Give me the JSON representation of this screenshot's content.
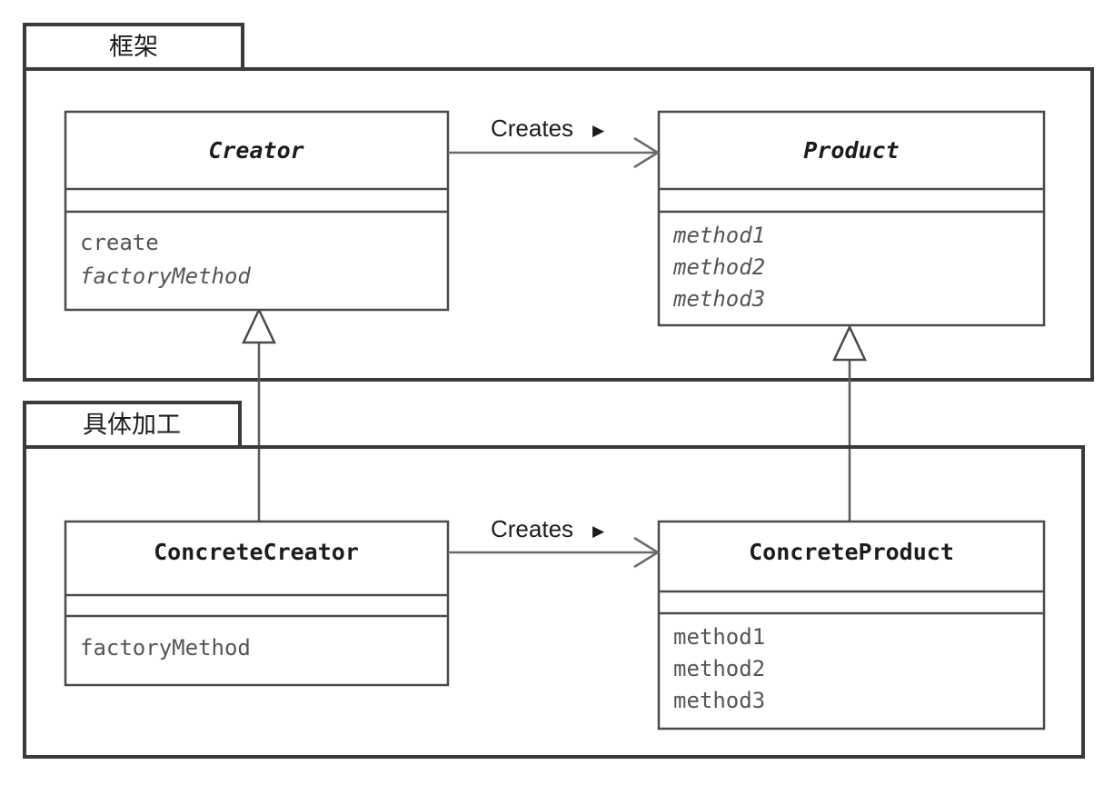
{
  "diagram": {
    "kind": "uml-class-diagram",
    "packages": [
      {
        "id": "framework",
        "tab_label": "框架",
        "classes": [
          "creator",
          "product"
        ]
      },
      {
        "id": "concrete",
        "tab_label": "具体加工",
        "classes": [
          "concrete_creator",
          "concrete_product"
        ]
      }
    ],
    "classes": {
      "creator": {
        "name": "Creator",
        "abstract": true,
        "attributes": [],
        "operations": [
          {
            "name": "create",
            "abstract": false
          },
          {
            "name": "factoryMethod",
            "abstract": true
          }
        ]
      },
      "product": {
        "name": "Product",
        "abstract": true,
        "attributes": [],
        "operations": [
          {
            "name": "method1",
            "abstract": true
          },
          {
            "name": "method2",
            "abstract": true
          },
          {
            "name": "method3",
            "abstract": true
          }
        ]
      },
      "concrete_creator": {
        "name": "ConcreteCreator",
        "abstract": false,
        "attributes": [],
        "operations": [
          {
            "name": "factoryMethod",
            "abstract": false
          }
        ]
      },
      "concrete_product": {
        "name": "ConcreteProduct",
        "abstract": false,
        "attributes": [],
        "operations": [
          {
            "name": "method1",
            "abstract": false
          },
          {
            "name": "method2",
            "abstract": false
          },
          {
            "name": "method3",
            "abstract": false
          }
        ]
      }
    },
    "associations": [
      {
        "id": "creator-creates-product",
        "from": "creator",
        "to": "product",
        "label": "Creates",
        "direction_glyph": "▶"
      },
      {
        "id": "concretecreator-creates-concreteproduct",
        "from": "concrete_creator",
        "to": "concrete_product",
        "label": "Creates",
        "direction_glyph": "▶"
      }
    ],
    "generalizations": [
      {
        "id": "cc-extends-creator",
        "from": "concrete_creator",
        "to": "creator"
      },
      {
        "id": "cp-extends-product",
        "from": "concrete_product",
        "to": "product"
      }
    ],
    "colors": {
      "background": "#ffffff",
      "package_stroke": "#3a3a3a",
      "class_stroke": "#4a4a4a",
      "text": "#1c1c1c",
      "member_text": "#555555",
      "connector": "#6a6a6a"
    }
  }
}
